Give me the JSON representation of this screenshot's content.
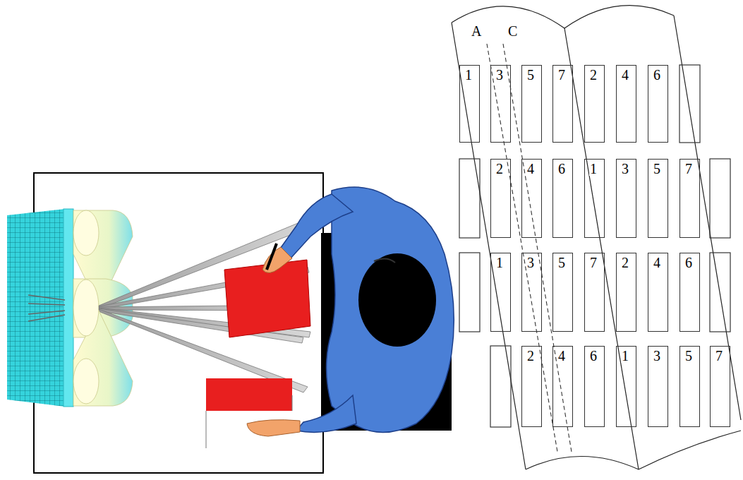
{
  "diagram": {
    "nodes": [
      {
        "text": [
          "1"
        ]
      },
      {
        "text": [
          "3"
        ]
      },
      {
        "text": [
          "5"
        ]
      },
      {
        "text": [
          "7"
        ]
      },
      {
        "text": [
          "2"
        ]
      },
      {
        "text": [
          "4"
        ]
      },
      {
        "text": [
          "6"
        ]
      },
      {
        "text": [
          "2"
        ]
      },
      {
        "text": [
          "4"
        ]
      },
      {
        "text": [
          "6"
        ]
      },
      {
        "text": [
          "1"
        ]
      },
      {
        "text": [
          "3"
        ]
      },
      {
        "text": [
          "5"
        ]
      },
      {
        "text": [
          "7"
        ]
      },
      {
        "text": [
          "1"
        ]
      },
      {
        "text": [
          "3"
        ]
      },
      {
        "text": [
          "5"
        ]
      },
      {
        "text": [
          "7"
        ]
      },
      {
        "text": [
          "2"
        ]
      },
      {
        "text": [
          "4"
        ]
      },
      {
        "text": [
          "6"
        ]
      },
      {
        "text": [
          "2"
        ]
      },
      {
        "text": [
          "4"
        ]
      },
      {
        "text": [
          "6"
        ]
      },
      {
        "text": [
          "1"
        ]
      },
      {
        "text": [
          "3"
        ]
      },
      {
        "text": [
          "5"
        ]
      },
      {
        "text": [
          "7"
        ]
      }
    ],
    "labels": [
      "A",
      "C"
    ]
  }
}
